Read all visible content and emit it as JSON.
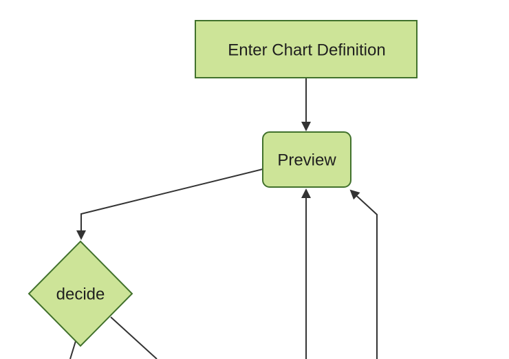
{
  "diagram": {
    "type": "flowchart",
    "background": "#ffffff",
    "colors": {
      "node_fill": "#cde498",
      "node_border": "#41712c",
      "edge": "#333333",
      "text": "#1f1f1f"
    },
    "nodes": [
      {
        "id": "enter-chart-definition",
        "label": "Enter Chart Definition",
        "shape": "rectangle"
      },
      {
        "id": "preview",
        "label": "Preview",
        "shape": "rounded-rectangle"
      },
      {
        "id": "decide",
        "label": "decide",
        "shape": "diamond"
      }
    ],
    "edges": [
      {
        "from": "enter-chart-definition",
        "to": "preview",
        "arrowhead": true
      },
      {
        "from": "preview",
        "to": "decide",
        "arrowhead": true
      },
      {
        "from": "offscreen-bottom",
        "to": "preview",
        "arrowhead": true
      },
      {
        "from": "offscreen-bottom-right",
        "to": "preview",
        "arrowhead": true
      },
      {
        "from": "decide",
        "to": "offscreen-bottom-left",
        "arrowhead": false
      },
      {
        "from": "decide",
        "to": "offscreen-bottom-right",
        "arrowhead": false
      }
    ]
  }
}
